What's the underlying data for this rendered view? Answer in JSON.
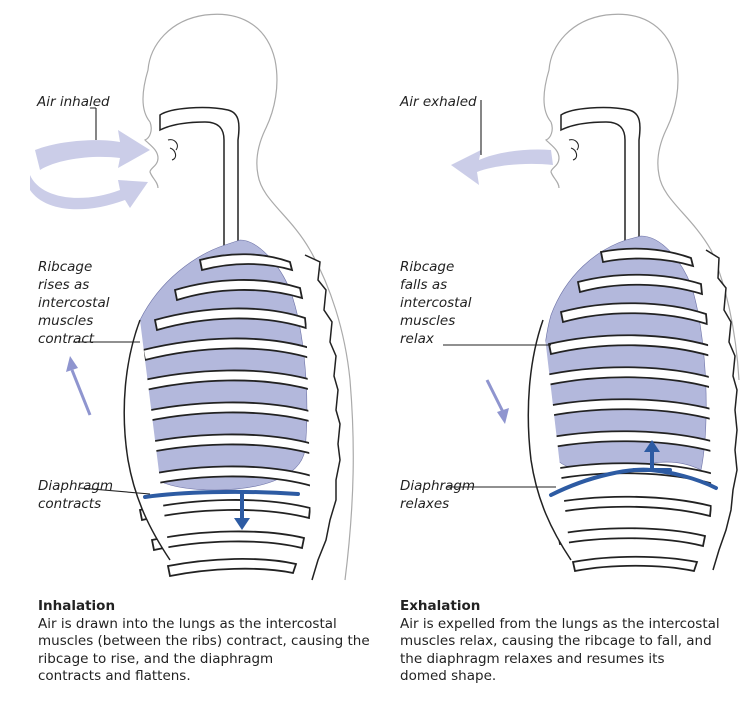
{
  "inhalation": {
    "label_air": "Air inhaled",
    "label_ribcage": [
      "Ribcage",
      "rises as",
      "intercostal",
      "muscles",
      "contract"
    ],
    "label_diaphragm": [
      "Diaphragm",
      "contracts"
    ],
    "caption_title": "Inhalation",
    "caption_lines": [
      "Air is drawn into the lungs as the intercostal",
      "muscles (between the ribs) contract, causing the",
      "ribcage to rise, and the diaphragm",
      "contracts and flattens."
    ]
  },
  "exhalation": {
    "label_air": "Air exhaled",
    "label_ribcage": [
      "Ribcage",
      "falls as",
      "intercostal",
      "muscles",
      "relax"
    ],
    "label_diaphragm": [
      "Diaphragm",
      "relaxes"
    ],
    "caption_title": "Exhalation",
    "caption_lines": [
      "Air is expelled from the lungs as the intercostal",
      "muscles relax, causing the ribcage to fall, and",
      "the diaphragm relaxes and resumes its",
      "domed shape."
    ]
  },
  "colors": {
    "lung": "#b3b8dc",
    "air_arrow": "#cbcde8",
    "ribcage_arrow": "#8f95cf",
    "diaphragm": "#2d5ba3"
  }
}
